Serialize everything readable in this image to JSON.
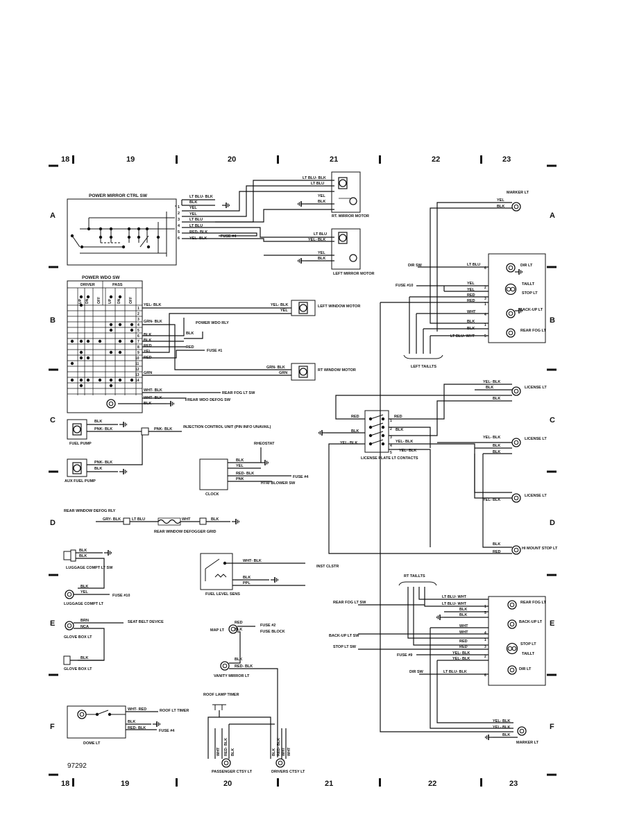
{
  "sheet_id": "97292",
  "columns": [
    "18",
    "19",
    "20",
    "21",
    "22",
    "23"
  ],
  "rows": [
    "A",
    "B",
    "C",
    "D",
    "E",
    "F"
  ],
  "power_mirror": {
    "title": "POWER MIRROR CTRL SW",
    "pins": [
      "1",
      "2",
      "3",
      "4",
      "5",
      "6"
    ],
    "wires": [
      "LT BLU- BLK",
      "BLK",
      "YEL",
      "YEL",
      "LT BLU",
      "LT BLU",
      "RED- BLK",
      "YEL- BLK"
    ],
    "fuse": "FUSE #4",
    "rt_motor": {
      "label": "RT. MIRROR MOTOR",
      "wires": [
        "LT BLU- BLK",
        "LT BLU",
        "YEL",
        "BLK"
      ]
    },
    "left_motor": {
      "label": "LEFT MIRROR MOTOR",
      "wires": [
        "LT BLU",
        "YEL- BLK",
        "YEL",
        "BLK"
      ]
    }
  },
  "power_window": {
    "title": "POWER WDO SW",
    "driver": "DRIVER",
    "pass": "PASS",
    "switch_cols": [
      "UP",
      "DN",
      "OFF",
      "UP",
      "DN",
      "OFF"
    ],
    "pins": [
      "1",
      "2",
      "3",
      "4",
      "5",
      "6",
      "7",
      "8",
      "9",
      "10",
      "11",
      "12",
      "13",
      "14"
    ],
    "wires": [
      "YEL- BLK",
      "GRN- BLK",
      "BLK",
      "BLK",
      "RED",
      "YEL",
      "RED",
      "GRN",
      "WHT- BLK",
      "WHT- BLK",
      "BLK"
    ],
    "relay": "POWER WDO RLY",
    "relay_wires": [
      "BLK",
      "RED"
    ],
    "fuse": "FUSE #1",
    "left_motor": {
      "label": "LEFT WINDOW MOTOR",
      "wires": [
        "YEL- BLK",
        "YEL"
      ]
    },
    "rt_motor": {
      "label": "RT WINDOW MOTOR",
      "wires": [
        "GRN- BLK",
        "GRN"
      ]
    },
    "rear_fog": "REAR FOG LT SW",
    "rear_defog": "REAR WDO DEFOG SW"
  },
  "fuel_pump": {
    "label": "FUEL PUMP",
    "wires": [
      "BLK",
      "PNK- BLK",
      "PNK- BLK"
    ],
    "ecu": "INJECTION CONTROL UNIT (PIN INFO UNAVAIL)"
  },
  "aux_fuel_pump": {
    "label": "AUX FUEL PUMP",
    "wires": [
      "PNK- BLK",
      "BLK"
    ]
  },
  "clock": {
    "label": "CLOCK",
    "rheostat": "RHEOSTAT",
    "wires": [
      "BLK",
      "YEL",
      "RED- BLK",
      "PNK"
    ],
    "fuse": "FUSE #4",
    "htr": "HTR/ BLOWER SW"
  },
  "rear_defogger": {
    "relay": "REAR WINDOW DEFOG RLY",
    "grid": "REAR WINDOW DEFOGGER GRID",
    "wires": [
      "GRY- BLK",
      "LT BLU",
      "WHT",
      "BLK"
    ]
  },
  "luggage": {
    "switch": "LUGGAGE COMPT LT SW",
    "lamp": "LUGGAGE COMPT LT",
    "wires": [
      "BLK",
      "BLK",
      "BLK",
      "YEL"
    ],
    "fuse": "FUSE #10"
  },
  "fuel_level": {
    "label": "FUEL LEVEL SENS",
    "wires": [
      "WHT- BLK",
      "BLK",
      "PPL"
    ],
    "dest": "INST CLSTR"
  },
  "glove_box": {
    "lamp": "GLOVE BOX LT",
    "switch": "GLOVE BOX LT",
    "wires": [
      "BRN",
      "NCA",
      "BLK"
    ],
    "seat_belt": "SEAT BELT DEVICE"
  },
  "map_lt": {
    "label": "MAP LT",
    "wires": [
      "RED",
      "BLK"
    ],
    "fuse1": "FUSE #2",
    "fuse2": "FUSE BLOCK"
  },
  "vanity": {
    "label": "VANITY MIRROR LT",
    "wires": [
      "BLK",
      "RED- BLK"
    ]
  },
  "dome": {
    "label": "DOME LT",
    "wires": [
      "WHT- RED",
      "BLK",
      "RED- BLK"
    ],
    "roof_timer": "ROOF LT TIMER",
    "fuse": "FUSE #4"
  },
  "roof_timer": {
    "label": "ROOF LAMP TIMER"
  },
  "courtesy": {
    "passenger": "PASSENGER CTSY LT",
    "drivers": "DRIVERS CTSY LT",
    "wires": [
      "WHT",
      "RED- BLK",
      "BLK",
      "BLK",
      "RED- BLK",
      "WHT",
      "WHT"
    ]
  },
  "left_taillts": {
    "label": "LEFT TAILLTS",
    "marker": "MARKER LT",
    "marker_wires": [
      "YEL",
      "BLK"
    ],
    "dir_sw": "DIR SW",
    "fuse": "FUSE #10",
    "lamps": [
      "DIR LT",
      "TAILLT",
      "STOP LT",
      "BACK-UP LT",
      "REAR FOG LT"
    ],
    "wires": [
      "LT BLU",
      "YEL",
      "YEL",
      "RED",
      "RED",
      "WHT",
      "BLK",
      "BLK",
      "LT BLU- WHT"
    ],
    "pins": [
      "6",
      "2",
      "3",
      "1",
      "4",
      "1",
      "5"
    ]
  },
  "license": {
    "contacts": "LICENSE PLATE LT CONTACTS",
    "lamp": "LICENSE LT",
    "hi_mount": "HI MOUNT STOP LT",
    "wires": [
      "RED",
      "BLK",
      "YEL- BLK",
      "RED",
      "BLK",
      "YEL- BLK",
      "YEL- BLK",
      "YEL- BLK",
      "BLK",
      "BLK",
      "YEL- BLK",
      "BLK",
      "BLK",
      "YEL- BLK",
      "BLK",
      "RED"
    ],
    "pins": [
      "1",
      "2",
      "3",
      "4",
      "5"
    ]
  },
  "rt_taillts": {
    "label": "RT TAILLTS",
    "rear_fog_sw": "REAR FOG LT SW",
    "backup_sw": "BACK-UP LT SW",
    "stop_sw": "STOP LT SW",
    "fuse": "FUSE #9",
    "dir_sw": "DIR SW",
    "lamps": [
      "REAR FOG LT",
      "BACK-UP LT",
      "STOP LT",
      "TAILLT",
      "DIR LT"
    ],
    "wires": [
      "LT BLU- WHT",
      "LT BLU- WHT",
      "BLK",
      "BLK",
      "WHT",
      "WHT",
      "RED",
      "RED",
      "YEL- BLK",
      "YEL- BLK",
      "LT BLU- BLK"
    ],
    "pins": [
      "1",
      "5",
      "4",
      "1",
      "3",
      "2",
      "6"
    ],
    "marker": "MARKER LT",
    "marker_wires": [
      "YEL- BLK",
      "YEL- BLK",
      "BLK"
    ]
  }
}
